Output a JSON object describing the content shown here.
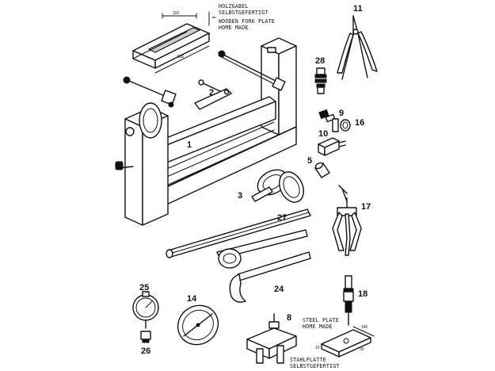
{
  "notes": {
    "wooden_fork_de": "HOLZGABEL",
    "wooden_fork_de2": "SELBSTGEFERTIGT",
    "wooden_fork_en": "WOODEN FORK PLATE",
    "wooden_fork_en2": "HOME MADE",
    "steel_plate_en": "STEEL PLATE",
    "steel_plate_en2": "HOME MADE",
    "steel_plate_de": "STAHLPLATTE",
    "steel_plate_de2": "SELBSTGEFERTIGT"
  },
  "dimensions": {
    "fork_length": "500",
    "fork_width": "120",
    "plate_length": "140",
    "plate_width": "50",
    "plate_thickness": "10"
  },
  "callouts": [
    {
      "label": "1",
      "tool": "engine-stand"
    },
    {
      "label": "2",
      "tool": "bracket"
    },
    {
      "label": "3",
      "tool": "rotor-holder"
    },
    {
      "label": "5",
      "tool": "sleeve"
    },
    {
      "label": "8",
      "tool": "puller-press"
    },
    {
      "label": "9",
      "tool": "bushing"
    },
    {
      "label": "10",
      "tool": "block-tool"
    },
    {
      "label": "11",
      "tool": "circlip-pliers"
    },
    {
      "label": "14",
      "tool": "degree-disc"
    },
    {
      "label": "16",
      "tool": "nut"
    },
    {
      "label": "17",
      "tool": "three-jaw-puller"
    },
    {
      "label": "18",
      "tool": "slide-hammer"
    },
    {
      "label": "24",
      "tool": "hook-wrench"
    },
    {
      "label": "25",
      "tool": "dial-gauge"
    },
    {
      "label": "26",
      "tool": "gauge-adapter"
    },
    {
      "label": "27",
      "tool": "flat-bar"
    },
    {
      "label": "28",
      "tool": "spring-adapter"
    }
  ]
}
